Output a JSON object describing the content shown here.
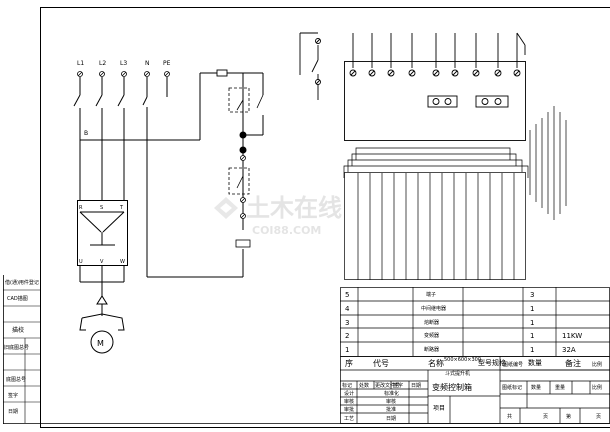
{
  "terminals": {
    "l1": "L1",
    "l2": "L2",
    "l3": "L3",
    "n": "N",
    "pe": "PE"
  },
  "bus_label": "B",
  "vfd": {
    "top": [
      "R",
      "S",
      "T"
    ],
    "bottom": [
      "U",
      "V",
      "W"
    ]
  },
  "motor_label": "M",
  "watermark": {
    "cn": "土木在线",
    "en": "COI88.COM"
  },
  "bom": {
    "header": {
      "seq": "序",
      "code": "代号",
      "name": "名称",
      "model": "型号规格",
      "qty": "数量",
      "note": "备注"
    },
    "rows": [
      {
        "seq": "5",
        "name": "端子",
        "qty": "3",
        "note": ""
      },
      {
        "seq": "4",
        "name": "中间继电器",
        "qty": "1",
        "note": ""
      },
      {
        "seq": "3",
        "name": "熔断器",
        "qty": "1",
        "note": ""
      },
      {
        "seq": "2",
        "name": "变频器",
        "qty": "1",
        "note": "11KW"
      },
      {
        "seq": "1",
        "name": "断路器",
        "qty": "1",
        "note": "32A"
      }
    ]
  },
  "title_block": {
    "dimensions": "500×600×300",
    "project": "斗式提升机",
    "drawing_title": "变频控制箱",
    "project_label": "项目",
    "standard_label": "标准化",
    "std_drawing_no": "借(通)用件登记",
    "top_right_a": "图纸编号",
    "top_right_b": "比例",
    "sheet_info": [
      "图纸标记",
      "数量",
      "重量",
      "比例"
    ],
    "sheet_count": [
      "共",
      "页",
      "第",
      "页"
    ],
    "sign_labels": [
      "设计",
      "审核",
      "审批",
      "工艺"
    ],
    "sign_right_labels": [
      "标准化",
      "审核",
      "批准",
      "日期"
    ],
    "change_cols": [
      "标记",
      "处数",
      "更改文件号",
      "签字",
      "日期"
    ]
  },
  "left_strip": {
    "labels": [
      "借(通)用件登记",
      "CAD描图",
      "描校",
      "旧底图总号",
      "底图总号",
      "签字",
      "日期"
    ]
  }
}
